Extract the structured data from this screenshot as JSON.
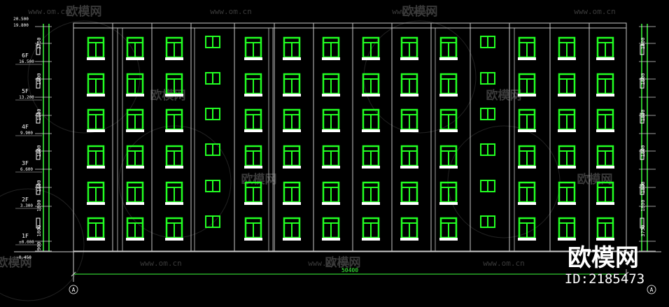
{
  "colors": {
    "background": "#000000",
    "window": "#22ff22",
    "building_line": "#c8c8c8",
    "dim_line": "#d0d0d0",
    "dim_green": "#3cff3c",
    "label": "#ffffff",
    "watermark": "#3a3a3a"
  },
  "drawing": {
    "floors": [
      {
        "name": "1F",
        "elevation": "±0.000"
      },
      {
        "name": "2F",
        "elevation": "3.300"
      },
      {
        "name": "3F",
        "elevation": "6.600"
      },
      {
        "name": "4F",
        "elevation": "9.900"
      },
      {
        "name": "5F",
        "elevation": "13.200"
      },
      {
        "name": "6F",
        "elevation": "16.500"
      }
    ],
    "roof_elevation": "19.800",
    "top_elevation": "20.500",
    "ground_elevation": "-0.450",
    "left_dims": [
      "900",
      "1800",
      "1800",
      "1800",
      "1800",
      "1800",
      "1800",
      "3750"
    ],
    "right_dims": [
      "1800",
      "1800",
      "1800",
      "1800",
      "1800",
      "1800",
      "3750"
    ],
    "total_width": "50400",
    "axis_left": "A",
    "axis_right": "A"
  },
  "watermark": {
    "site": "www.om.cn",
    "brand": "欧模网",
    "id_label": "ID:2185473"
  }
}
